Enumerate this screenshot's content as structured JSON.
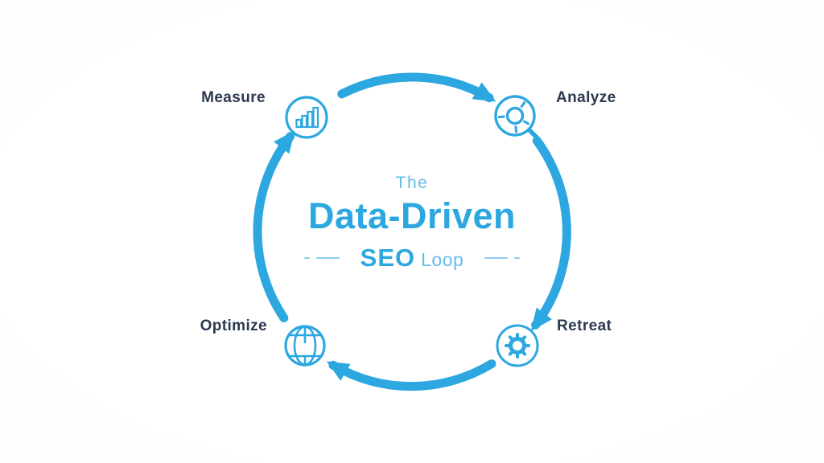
{
  "title": "The Data-Driven SEO Loop",
  "center": {
    "line1": "The",
    "line2": "Data-Driven",
    "line3_strong": "SEO",
    "line3_light": "Loop"
  },
  "nodes": [
    {
      "id": "measure",
      "label": "Measure",
      "icon": "bar-chart-icon",
      "position": "top-left"
    },
    {
      "id": "analyze",
      "label": "Analyze",
      "icon": "pie-chart-magnifier-icon",
      "position": "top-right"
    },
    {
      "id": "retreat",
      "label": "Retreat",
      "icon": "gear-icon",
      "position": "bottom-right"
    },
    {
      "id": "optimize",
      "label": "Optimize",
      "icon": "globe-icon",
      "position": "bottom-left"
    }
  ],
  "loop": {
    "direction": "clockwise",
    "segments": 4,
    "order": [
      "Measure",
      "Analyze",
      "Retreat",
      "Optimize"
    ]
  },
  "colors": {
    "accent": "#2ca7e0",
    "accent_light": "#63bce8",
    "dash": "#8fcdee",
    "label_text": "#2c3950",
    "background": "#ffffff"
  }
}
